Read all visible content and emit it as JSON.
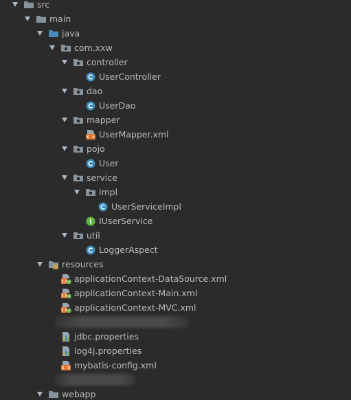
{
  "project_tree": {
    "nodes": [
      {
        "depth": 0,
        "label": "src",
        "icon": "folder-icon",
        "expanded": true
      },
      {
        "depth": 1,
        "label": "main",
        "icon": "folder-icon",
        "expanded": true
      },
      {
        "depth": 2,
        "label": "java",
        "icon": "source-root-folder-icon",
        "expanded": true
      },
      {
        "depth": 3,
        "label": "com.xxw",
        "icon": "package-icon",
        "expanded": true
      },
      {
        "depth": 4,
        "label": "controller",
        "icon": "package-icon",
        "expanded": true
      },
      {
        "depth": 5,
        "label": "UserController",
        "icon": "class-icon"
      },
      {
        "depth": 4,
        "label": "dao",
        "icon": "package-icon",
        "expanded": true
      },
      {
        "depth": 5,
        "label": "UserDao",
        "icon": "class-icon"
      },
      {
        "depth": 4,
        "label": "mapper",
        "icon": "package-icon",
        "expanded": true
      },
      {
        "depth": 5,
        "label": "UserMapper.xml",
        "icon": "xml-file-icon"
      },
      {
        "depth": 4,
        "label": "pojo",
        "icon": "package-icon",
        "expanded": true
      },
      {
        "depth": 5,
        "label": "User",
        "icon": "class-icon"
      },
      {
        "depth": 4,
        "label": "service",
        "icon": "package-icon",
        "expanded": true
      },
      {
        "depth": 5,
        "label": "impl",
        "icon": "package-icon",
        "expanded": true
      },
      {
        "depth": 6,
        "label": "UserServiceImpl",
        "icon": "class-icon"
      },
      {
        "depth": 5,
        "label": "IUserService",
        "icon": "interface-icon"
      },
      {
        "depth": 4,
        "label": "util",
        "icon": "package-icon",
        "expanded": true
      },
      {
        "depth": 5,
        "label": "LoggerAspect",
        "icon": "class-icon"
      },
      {
        "depth": 2,
        "label": "resources",
        "icon": "resources-root-folder-icon",
        "expanded": true
      },
      {
        "depth": 3,
        "label": "applicationContext-DataSource.xml",
        "icon": "spring-xml-icon"
      },
      {
        "depth": 3,
        "label": "applicationContext-Main.xml",
        "icon": "spring-xml-icon"
      },
      {
        "depth": 3,
        "label": "applicationContext-MVC.xml",
        "icon": "spring-xml-icon"
      },
      {
        "depth": 3,
        "label": "",
        "icon": "redacted-blur",
        "redacted": true
      },
      {
        "depth": 3,
        "label": "jdbc.properties",
        "icon": "properties-file-icon"
      },
      {
        "depth": 3,
        "label": "log4j.properties",
        "icon": "properties-file-icon"
      },
      {
        "depth": 3,
        "label": "mybatis-config.xml",
        "icon": "xml-file-icon"
      },
      {
        "depth": 3,
        "label": "",
        "icon": "redacted-blur",
        "redacted": true
      },
      {
        "depth": 2,
        "label": "webapp",
        "icon": "folder-icon",
        "expanded": true
      }
    ]
  },
  "colors": {
    "background": "#2b2b2b",
    "text": "#bbbbbb",
    "arrow": "#a9b7c6",
    "folder": "#87939a",
    "source_root": "#4a8ab8",
    "class": "#3d8db9",
    "interface": "#62b543",
    "xml": "#e2762f",
    "spring": "#6cb33e"
  }
}
